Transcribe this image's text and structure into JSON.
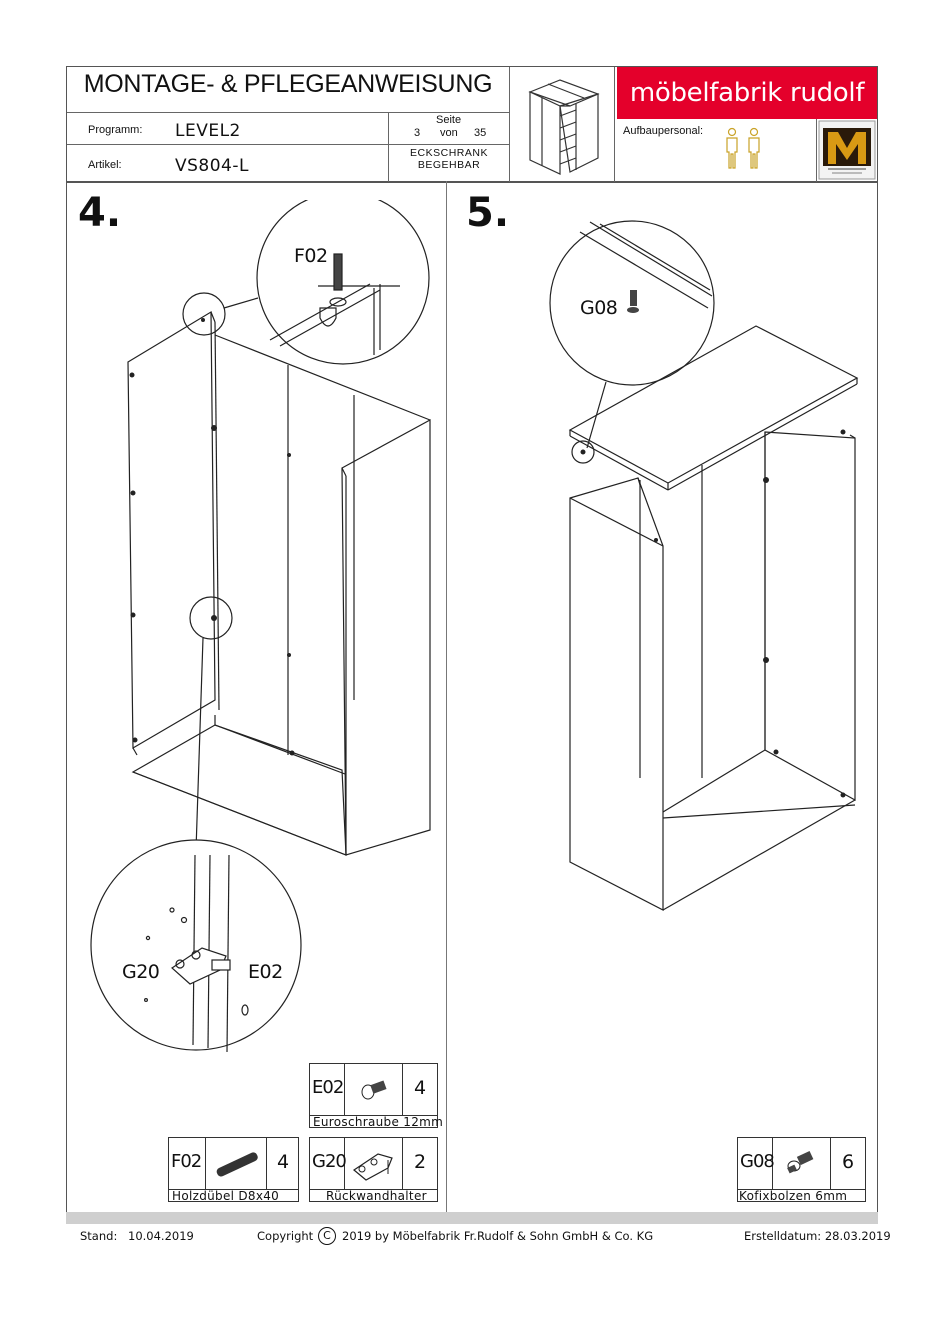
{
  "header": {
    "title": "MONTAGE- & PFLEGEANWEISUNG",
    "programm_label": "Programm:",
    "programm_value": "LEVEL2",
    "artikel_label": "Artikel:",
    "artikel_value": "VS804-L",
    "seite_label": "Seite",
    "page_current": "3",
    "page_of": "von",
    "page_total": "35",
    "product_type_line1": "ECKSCHRANK",
    "product_type_line2": "BEGEHBAR",
    "brand": "möbelfabrik rudolf",
    "aufbau_label": "Aufbaupersonal:"
  },
  "steps": [
    {
      "number": "4.",
      "callouts": [
        "F02",
        "G20",
        "E02"
      ],
      "parts": [
        {
          "code": "E02",
          "qty": "4",
          "name": "Euroschraube 12mm"
        },
        {
          "code": "F02",
          "qty": "4",
          "name": "Holzdübel D8x40"
        },
        {
          "code": "G20",
          "qty": "2",
          "name": "Rückwandhalter"
        }
      ]
    },
    {
      "number": "5.",
      "callouts": [
        "G08"
      ],
      "parts": [
        {
          "code": "G08",
          "qty": "6",
          "name": "Kofixbolzen 6mm"
        }
      ]
    }
  ],
  "footer": {
    "stand_label": "Stand:",
    "stand_date": "10.04.2019",
    "copyright_prefix": "Copyright",
    "copyright_symbol": "C",
    "copyright_text": "2019  by Möbelfabrik Fr.Rudolf & Sohn GmbH & Co. KG",
    "erstelldatum": "Erstelldatum: 28.03.2019"
  },
  "colors": {
    "brand_red": "#e4002b",
    "logo_gold": "#c89b1e"
  },
  "icons": [
    "person-outline-icon",
    "cabinet-thumbnail-icon",
    "m-logo-icon"
  ]
}
